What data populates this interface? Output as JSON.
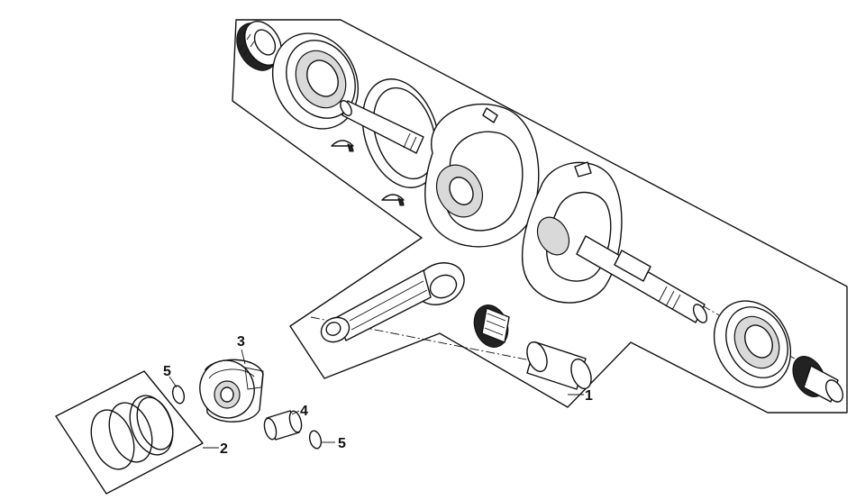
{
  "callouts": [
    {
      "id": "crankshaft-assembly",
      "label": "1"
    },
    {
      "id": "piston-ring-set",
      "label": "2"
    },
    {
      "id": "piston",
      "label": "3"
    },
    {
      "id": "piston-pin",
      "label": "4"
    },
    {
      "id": "circlip-left",
      "label": "5"
    },
    {
      "id": "circlip-right",
      "label": "5"
    }
  ],
  "colors": {
    "line": "#111111",
    "background": "#ffffff",
    "shade": "#d9d9d9"
  }
}
